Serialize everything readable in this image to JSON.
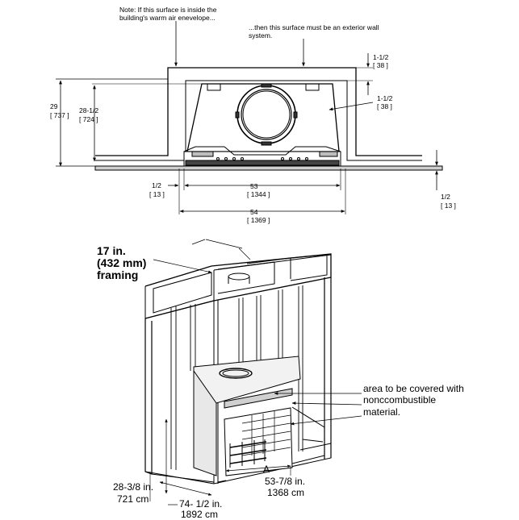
{
  "notes": {
    "inside_line1": "Note: If this surface is inside the",
    "inside_line2": "building's warm air enevelope...",
    "exterior_line1": "...then this surface must be an exterior wall",
    "exterior_line2": "system."
  },
  "top_view": {
    "height_in": "29",
    "height_mm": "[ 737 ]",
    "inner_height_in": "28-1/2",
    "inner_height_mm": "[ 724 ]",
    "top_gap_in": "1-1/2",
    "top_gap_mm": "[ 38 ]",
    "side_gap_in": "1-1/2",
    "side_gap_mm": "[ 38 ]",
    "left_gap_in": "1/2",
    "left_gap_mm": "[ 13 ]",
    "right_gap_in": "1/2",
    "right_gap_mm": "[ 13 ]",
    "inner_width_in": "53",
    "inner_width_mm": "[ 1344 ]",
    "outer_width_in": "54",
    "outer_width_mm": "[ 1369 ]"
  },
  "framing_view": {
    "framing_line1": "17 in.",
    "framing_line2": "(432 mm)",
    "framing_line3": "framing",
    "cover_line1": "area to be covered with",
    "cover_line2": "nonccombustible",
    "cover_line3": "material.",
    "label_a": "A",
    "depth_in": "28-3/8 in.",
    "depth_cm": "721 cm",
    "height_in": "74- 1/2 in.",
    "height_cm": "1892 cm",
    "opening_in": "53-7/8 in.",
    "opening_cm": "1368 cm"
  }
}
